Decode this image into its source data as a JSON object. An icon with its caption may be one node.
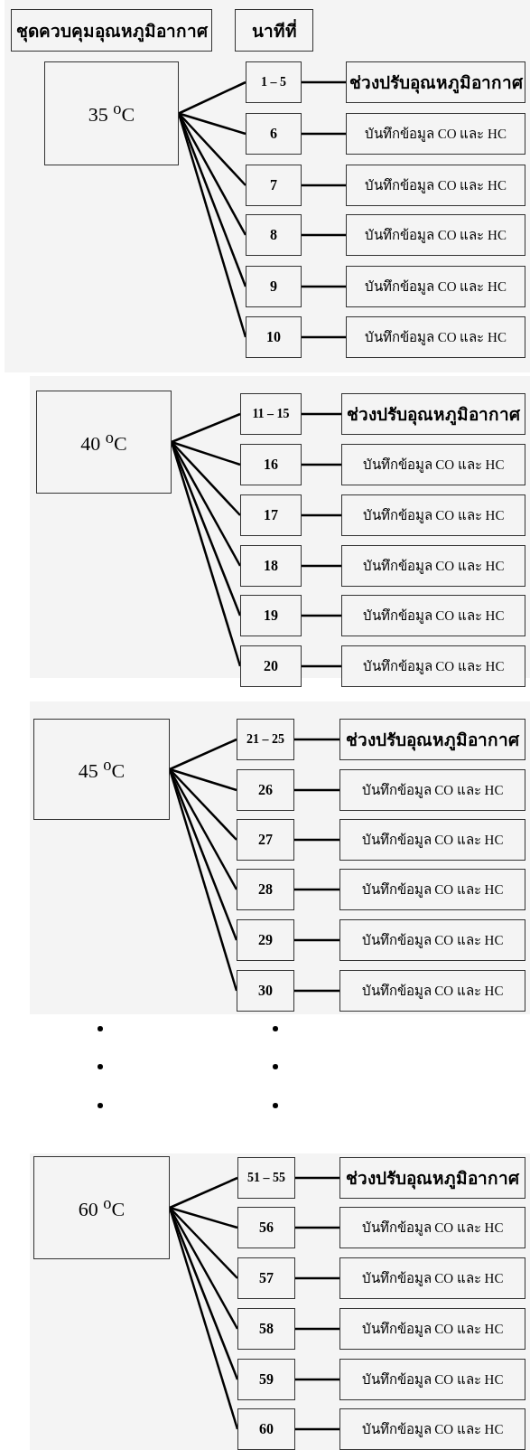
{
  "diagram": {
    "nodes": [
      {
        "text": [
          "ชุดควบคุมอุณหภูมิอากาศ"
        ]
      },
      {
        "text": [
          "นาทีที่"
        ]
      },
      {
        "text": [
          "35 $^{o}$C"
        ]
      },
      {
        "text": [
          "1 – 5"
        ]
      },
      {
        "text": [
          "ช่วงปรับอุณหภูมิอากาศ"
        ]
      },
      {
        "text": [
          "6"
        ]
      },
      {
        "text": [
          "บันทึกข้อมูล CO และ HC"
        ]
      },
      {
        "text": [
          "7"
        ]
      },
      {
        "text": [
          "บันทึกข้อมูล CO และ HC"
        ]
      },
      {
        "text": [
          "8"
        ]
      },
      {
        "text": [
          "บันทึกข้อมูล CO และ HC"
        ]
      },
      {
        "text": [
          "9"
        ]
      },
      {
        "text": [
          "บันทึกข้อมูล CO และ HC"
        ]
      },
      {
        "text": [
          "10"
        ]
      },
      {
        "text": [
          "บันทึกข้อมูล CO และ HC"
        ]
      },
      {
        "text": [
          "40 $^{o}$C"
        ]
      },
      {
        "text": [
          "11 – 15"
        ]
      },
      {
        "text": [
          "ช่วงปรับอุณหภูมิอากาศ"
        ]
      },
      {
        "text": [
          "16"
        ]
      },
      {
        "text": [
          "บันทึกข้อมูล CO และ HC"
        ]
      },
      {
        "text": [
          "17"
        ]
      },
      {
        "text": [
          "บันทึกข้อมูล CO และ HC"
        ]
      },
      {
        "text": [
          "18"
        ]
      },
      {
        "text": [
          "บันทึกข้อมูล CO และ HC"
        ]
      },
      {
        "text": [
          "19"
        ]
      },
      {
        "text": [
          "บันทึกข้อมูล CO และ HC"
        ]
      },
      {
        "text": [
          "20"
        ]
      },
      {
        "text": [
          "บันทึกข้อมูล CO และ HC"
        ]
      },
      {
        "text": [
          "45 $^{o}$C"
        ]
      },
      {
        "text": [
          "21 – 25"
        ]
      },
      {
        "text": [
          "ช่วงปรับอุณหภูมิอากาศ"
        ]
      },
      {
        "text": [
          "26"
        ]
      },
      {
        "text": [
          "บันทึกข้อมูล CO และ HC"
        ]
      },
      {
        "text": [
          "27"
        ]
      },
      {
        "text": [
          "บันทึกข้อมูล CO และ HC"
        ]
      },
      {
        "text": [
          "28"
        ]
      },
      {
        "text": [
          "บันทึกข้อมูล CO และ HC"
        ]
      },
      {
        "text": [
          "29"
        ]
      },
      {
        "text": [
          "บันทึกข้อมูล CO และ HC"
        ]
      },
      {
        "text": [
          "30"
        ]
      },
      {
        "text": [
          "บันทึกข้อมูล CO และ HC"
        ]
      },
      {
        "text": [
          "60 $^{o}$C"
        ]
      },
      {
        "text": [
          "51 – 55"
        ]
      },
      {
        "text": [
          "ช่วงปรับอุณหภูมิอากาศ"
        ]
      },
      {
        "text": [
          "56"
        ]
      },
      {
        "text": [
          "บันทึกข้อมูล CO และ HC"
        ]
      },
      {
        "text": [
          "57"
        ]
      },
      {
        "text": [
          "บันทึกข้อมูล CO และ HC"
        ]
      },
      {
        "text": [
          "58"
        ]
      },
      {
        "text": [
          "บันทึกข้อมูล CO และ HC"
        ]
      },
      {
        "text": [
          "59"
        ]
      },
      {
        "text": [
          "บันทึกข้อมูล CO และ HC"
        ]
      },
      {
        "text": [
          "60"
        ]
      },
      {
        "text": [
          "บันทึกข้อมูล CO และ HC"
        ]
      }
    ],
    "edges": [
      {
        "from": 2,
        "to": 3,
        "arrow": "none"
      },
      {
        "from": 2,
        "to": 5,
        "arrow": "none"
      },
      {
        "from": 2,
        "to": 7,
        "arrow": "none"
      },
      {
        "from": 2,
        "to": 9,
        "arrow": "none"
      },
      {
        "from": 2,
        "to": 11,
        "arrow": "none"
      },
      {
        "from": 2,
        "to": 13,
        "arrow": "none"
      },
      {
        "from": 3,
        "to": 4,
        "arrow": "none"
      },
      {
        "from": 5,
        "to": 6,
        "arrow": "none"
      },
      {
        "from": 7,
        "to": 8,
        "arrow": "none"
      },
      {
        "from": 9,
        "to": 10,
        "arrow": "none"
      },
      {
        "from": 11,
        "to": 12,
        "arrow": "none"
      },
      {
        "from": 13,
        "to": 14,
        "arrow": "none"
      },
      {
        "from": 15,
        "to": 16,
        "arrow": "none"
      },
      {
        "from": 15,
        "to": 18,
        "arrow": "none"
      },
      {
        "from": 15,
        "to": 20,
        "arrow": "none"
      },
      {
        "from": 15,
        "to": 22,
        "arrow": "none"
      },
      {
        "from": 15,
        "to": 24,
        "arrow": "none"
      },
      {
        "from": 15,
        "to": 26,
        "arrow": "none"
      },
      {
        "from": 16,
        "to": 17,
        "arrow": "none"
      },
      {
        "from": 18,
        "to": 19,
        "arrow": "none"
      },
      {
        "from": 20,
        "to": 21,
        "arrow": "none"
      },
      {
        "from": 22,
        "to": 23,
        "arrow": "none"
      },
      {
        "from": 24,
        "to": 25,
        "arrow": "none"
      },
      {
        "from": 26,
        "to": 27,
        "arrow": "none"
      },
      {
        "from": 28,
        "to": 29,
        "arrow": "none"
      },
      {
        "from": 28,
        "to": 31,
        "arrow": "none"
      },
      {
        "from": 28,
        "to": 33,
        "arrow": "none"
      },
      {
        "from": 28,
        "to": 35,
        "arrow": "none"
      },
      {
        "from": 28,
        "to": 37,
        "arrow": "none"
      },
      {
        "from": 28,
        "to": 39,
        "arrow": "none"
      },
      {
        "from": 29,
        "to": 30,
        "arrow": "none"
      },
      {
        "from": 31,
        "to": 32,
        "arrow": "none"
      },
      {
        "from": 33,
        "to": 34,
        "arrow": "none"
      },
      {
        "from": 35,
        "to": 36,
        "arrow": "none"
      },
      {
        "from": 37,
        "to": 38,
        "arrow": "none"
      },
      {
        "from": 39,
        "to": 40,
        "arrow": "none"
      },
      {
        "from": 41,
        "to": 42,
        "arrow": "none"
      },
      {
        "from": 41,
        "to": 44,
        "arrow": "none"
      },
      {
        "from": 41,
        "to": 46,
        "arrow": "none"
      },
      {
        "from": 41,
        "to": 48,
        "arrow": "none"
      },
      {
        "from": 41,
        "to": 50,
        "arrow": "none"
      },
      {
        "from": 41,
        "to": 52,
        "arrow": "none"
      },
      {
        "from": 42,
        "to": 43,
        "arrow": "none"
      },
      {
        "from": 44,
        "to": 45,
        "arrow": "none"
      },
      {
        "from": 46,
        "to": 47,
        "arrow": "none"
      },
      {
        "from": 48,
        "to": 49,
        "arrow": "none"
      },
      {
        "from": 50,
        "to": 51,
        "arrow": "none"
      },
      {
        "from": 52,
        "to": 53,
        "arrow": "none"
      }
    ]
  }
}
